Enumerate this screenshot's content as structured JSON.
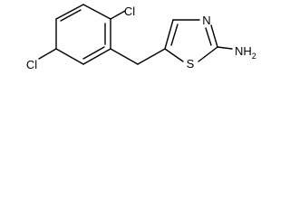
{
  "molecule": {
    "atoms": {
      "cl_top": "Cl",
      "cl_left": "Cl",
      "n_ring": "N",
      "s_ring": "S",
      "nh2": "NH",
      "nh2_subscript": "2"
    }
  },
  "colors": {
    "bond": "#000000",
    "text": "#000000",
    "background": "#ffffff"
  }
}
